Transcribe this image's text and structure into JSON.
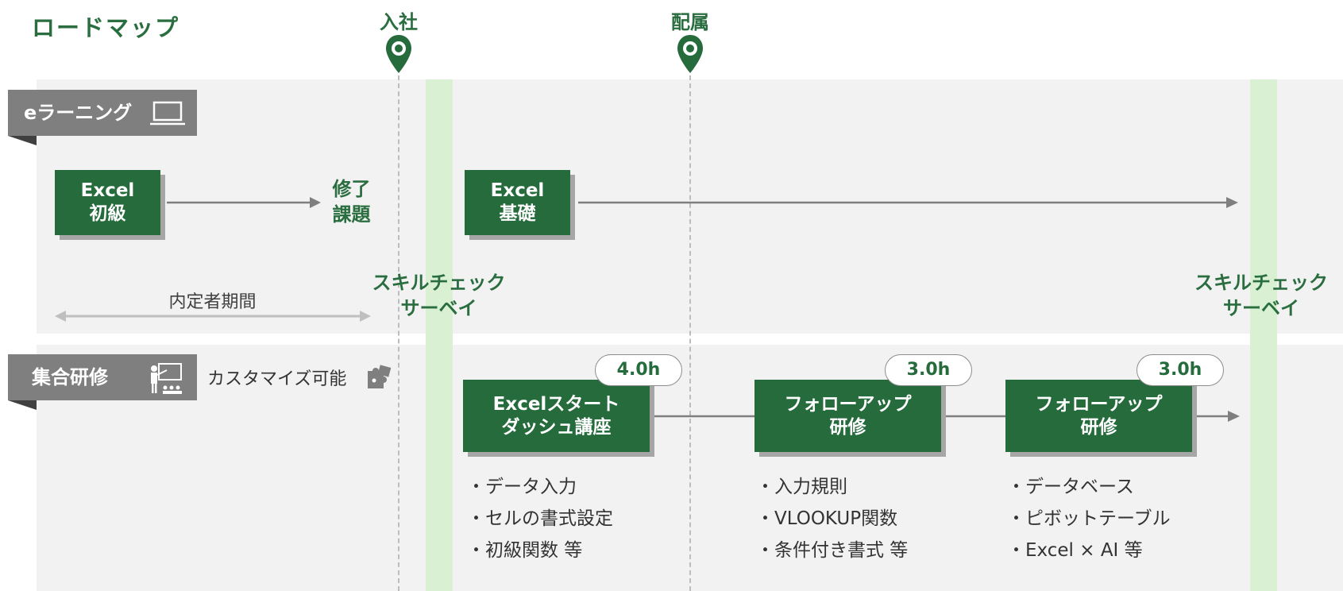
{
  "title": "ロードマップ",
  "milestones": {
    "join": "入社",
    "assign": "配属"
  },
  "elearning": {
    "tag": "eラーニング",
    "box1": {
      "line1": "Excel",
      "line2": "初級"
    },
    "completion": {
      "line1": "修了",
      "line2": "課題"
    },
    "box2": {
      "line1": "Excel",
      "line2": "基礎"
    },
    "period": "内定者期間"
  },
  "survey": {
    "line1": "スキルチェック",
    "line2": "サーベイ"
  },
  "group": {
    "tag": "集合研修",
    "customizable": "カスタマイズ可能",
    "courses": [
      {
        "hours": "4.0h",
        "line1": "Excelスタート",
        "line2": "ダッシュ講座",
        "bullets": [
          "・データ入力",
          "・セルの書式設定",
          "・初級関数 等"
        ]
      },
      {
        "hours": "3.0h",
        "line1": "フォローアップ",
        "line2": "研修",
        "bullets": [
          "・入力規則",
          "・VLOOKUP関数",
          "・条件付き書式 等"
        ]
      },
      {
        "hours": "3.0h",
        "line1": "フォローアップ",
        "line2": "研修",
        "bullets": [
          "・データベース",
          "・ピボットテーブル",
          "・Excel × AI 等"
        ]
      }
    ]
  },
  "colors": {
    "primary": "#256b3c",
    "accent": "#d9f1d2",
    "tag": "#7f7f7f",
    "band": "#f2f2f2"
  },
  "icons": [
    "location-pin-icon",
    "laptop-icon",
    "presenter-icon",
    "puzzle-icon"
  ]
}
